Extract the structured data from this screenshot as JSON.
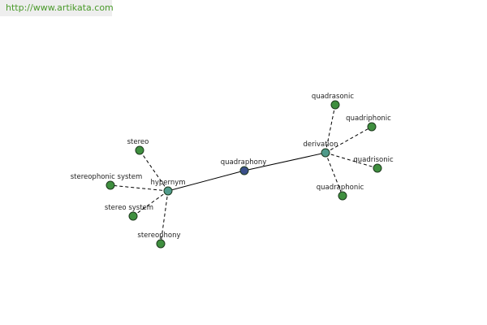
{
  "header": {
    "link_text": "http://www.artikata.com"
  },
  "colors": {
    "link": "#4a9a2a",
    "link_bg": "#eeeeee",
    "leaf_node": "#3f8f3f",
    "hub_node": "#4f9a8a",
    "center_node": "#3a4f8a"
  },
  "graph": {
    "center": {
      "id": "quadraphony",
      "label": "quadraphony",
      "kind": "center"
    },
    "hubs": [
      {
        "id": "hypernym",
        "label": "hypernym",
        "kind": "hub"
      },
      {
        "id": "derivation",
        "label": "derivation",
        "kind": "hub"
      }
    ],
    "leaves": [
      {
        "id": "stereo",
        "label": "stereo",
        "hub": "hypernym"
      },
      {
        "id": "stereophonic-system",
        "label": "stereophonic system",
        "hub": "hypernym"
      },
      {
        "id": "stereo-system",
        "label": "stereo system",
        "hub": "hypernym"
      },
      {
        "id": "stereophony",
        "label": "stereophony",
        "hub": "hypernym"
      },
      {
        "id": "quadrasonic",
        "label": "quadrasonic",
        "hub": "derivation"
      },
      {
        "id": "quadriphonic",
        "label": "quadriphonic",
        "hub": "derivation"
      },
      {
        "id": "quadrisonic",
        "label": "quadrisonic",
        "hub": "derivation"
      },
      {
        "id": "quadraphonic",
        "label": "quadraphonic",
        "hub": "derivation"
      }
    ]
  }
}
